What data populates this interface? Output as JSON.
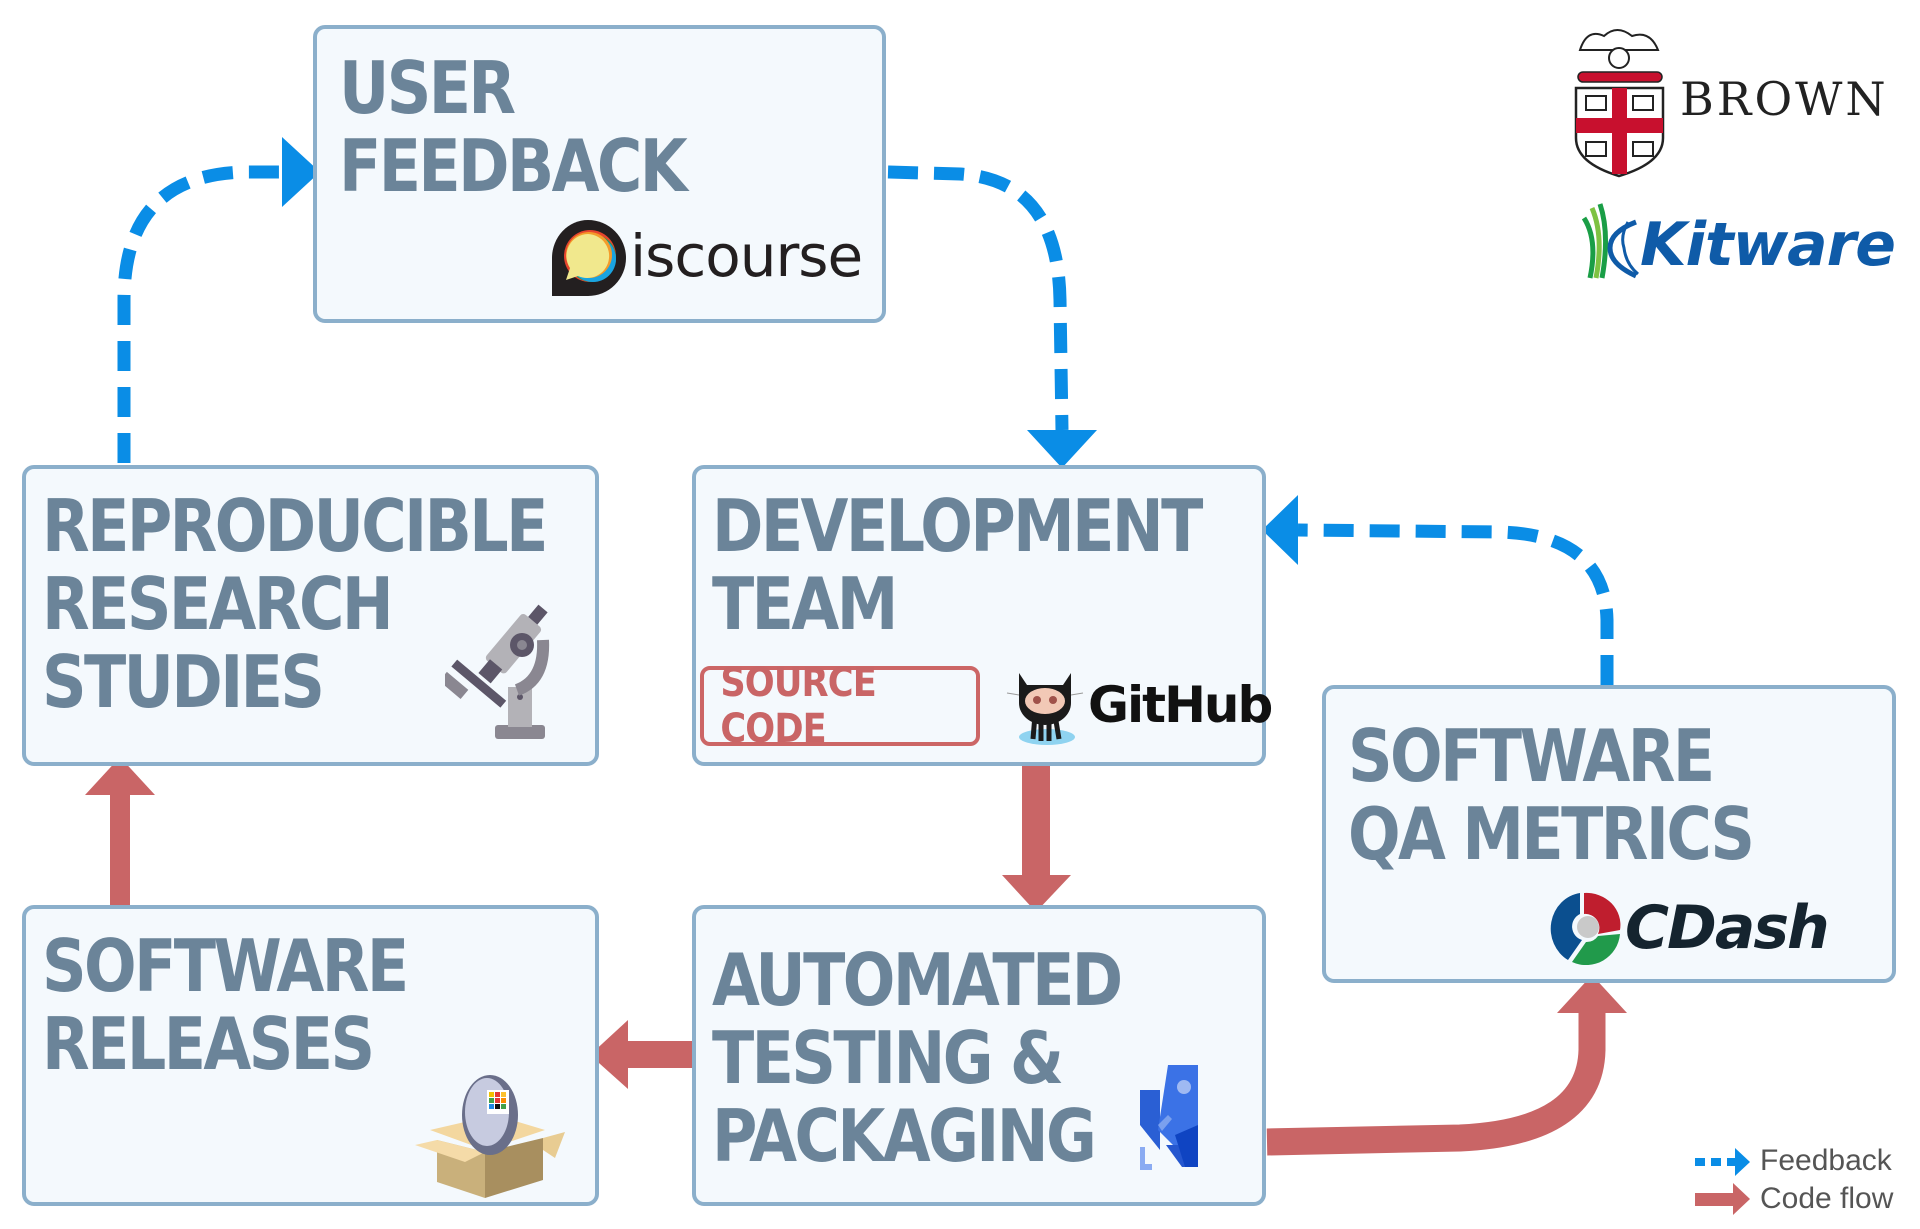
{
  "nodes": {
    "user_feedback": {
      "title": "USER\nFEEDBACK",
      "tool": "iscourse",
      "tool_name": "Discourse"
    },
    "reproducible_research": {
      "title": "REPRODUCIBLE\nRESEARCH\nSTUDIES",
      "icon": "microscope-icon"
    },
    "development_team": {
      "title": "DEVELOPMENT\nTEAM",
      "badge": "SOURCE CODE",
      "tool": "GitHub"
    },
    "software_qa": {
      "title": "SOFTWARE\nQA METRICS",
      "tool": "CDash"
    },
    "software_releases": {
      "title": "SOFTWARE\nRELEASES",
      "icon": "package-icon"
    },
    "automated_testing": {
      "title": "AUTOMATED\nTESTING &\nPACKAGING",
      "icon": "azure-pipelines-icon"
    }
  },
  "edges": [
    {
      "from": "reproducible_research",
      "to": "user_feedback",
      "type": "feedback"
    },
    {
      "from": "user_feedback",
      "to": "development_team",
      "type": "feedback"
    },
    {
      "from": "software_qa",
      "to": "development_team",
      "type": "feedback"
    },
    {
      "from": "development_team",
      "to": "automated_testing",
      "type": "code_flow"
    },
    {
      "from": "automated_testing",
      "to": "software_releases",
      "type": "code_flow"
    },
    {
      "from": "automated_testing",
      "to": "software_qa",
      "type": "code_flow"
    },
    {
      "from": "software_releases",
      "to": "reproducible_research",
      "type": "code_flow"
    }
  ],
  "logos": {
    "brown": "BROWN",
    "kitware": "Kitware"
  },
  "legend": {
    "feedback": "Feedback",
    "code_flow": "Code flow"
  },
  "colors": {
    "feedback": "#0a8de6",
    "code_flow": "#c96566",
    "title_text": "#6b8499",
    "box_border": "#8bafcb",
    "box_fill": "#f4f9fd"
  }
}
